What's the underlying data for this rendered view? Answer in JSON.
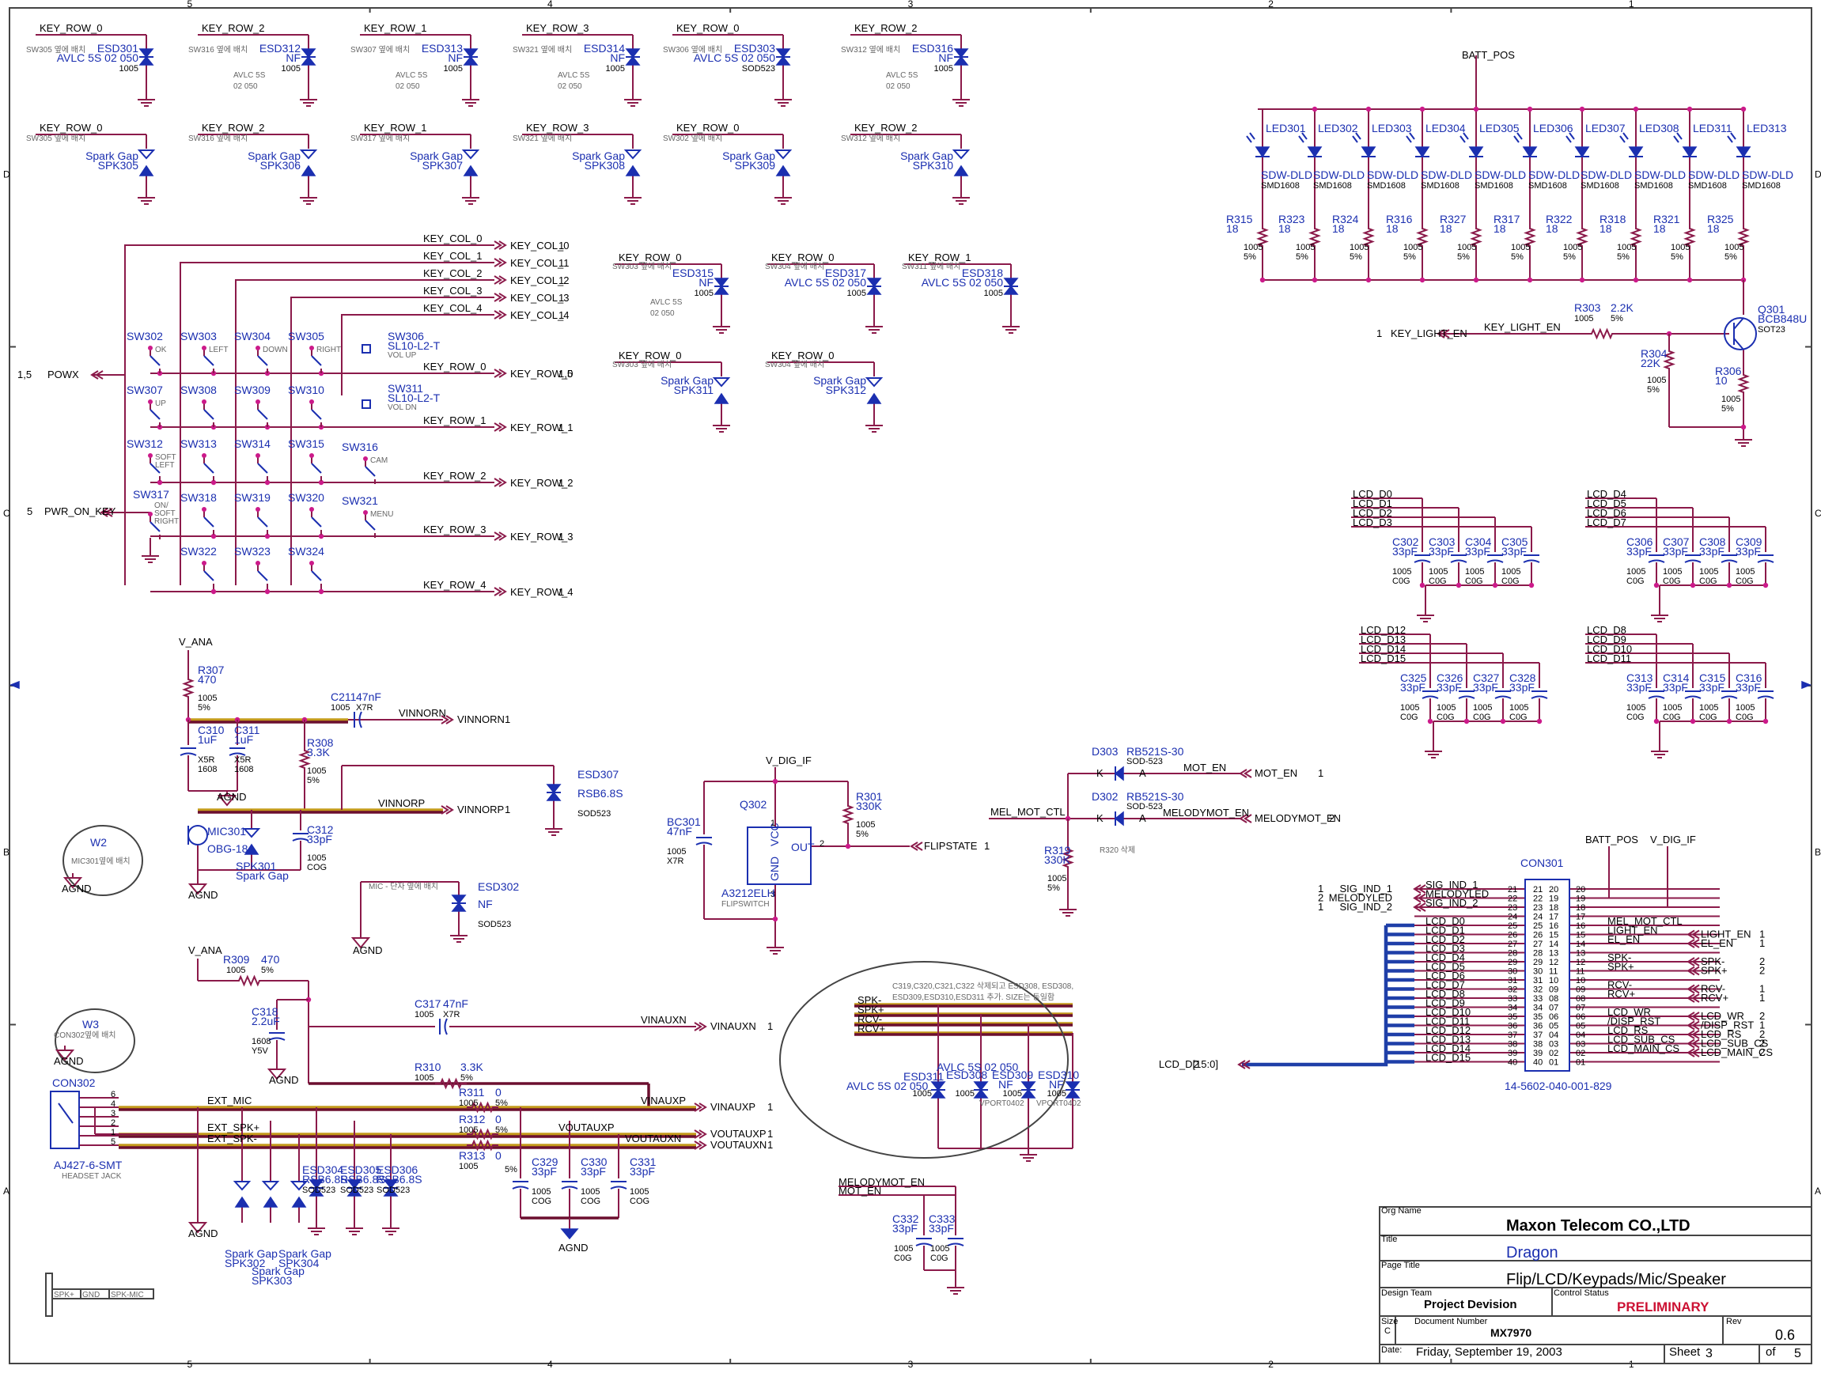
{
  "title_block": {
    "org_name_label": "Org Name",
    "org_name": "Maxon Telecom CO.,LTD",
    "title_label": "Title",
    "title": "Dragon",
    "page_title_label": "Page Title",
    "page_title": "Flip/LCD/Keypads/Mic/Speaker",
    "design_team_label": "Design Team",
    "design_team": "Project Devision",
    "control_status_label": "Control Status",
    "control_status": "PRELIMINARY",
    "size_label": "Size",
    "size": "C",
    "doc_number_label": "Document Number",
    "doc_number": "MX7970",
    "rev_label": "Rev",
    "rev": "0.6",
    "date_label": "Date:",
    "date": "Friday, September 19, 2003",
    "sheet_label": "Sheet",
    "sheet": "3",
    "of_label": "of",
    "sheets_total": "5"
  },
  "border": {
    "col_markers": [
      "5",
      "4",
      "3",
      "2",
      "1"
    ],
    "row_markers": [
      "D",
      "C",
      "B",
      "A"
    ]
  },
  "colors": {
    "wire": "#8b1a4a",
    "symbol": "#1b2fb0",
    "bus": "#1f3fa8",
    "status": "#cc1133"
  },
  "esd_top": [
    {
      "row": "KEY_ROW_0",
      "note": "SW305 옆에 배치",
      "ref": "ESD301",
      "val": "AVLC 5S 02 050",
      "pkg": "1005",
      "extra": ""
    },
    {
      "row": "KEY_ROW_2",
      "note": "SW316 옆에 배치",
      "ref": "ESD312",
      "val": "NF",
      "pkg": "1005",
      "extra": "AVLC 5S|02 050"
    },
    {
      "row": "KEY_ROW_1",
      "note": "SW307 옆에 배치",
      "ref": "ESD313",
      "val": "NF",
      "pkg": "1005",
      "extra": "AVLC 5S|02 050"
    },
    {
      "row": "KEY_ROW_3",
      "note": "SW321 옆에 배치",
      "ref": "ESD314",
      "val": "NF",
      "pkg": "1005",
      "extra": "AVLC 5S|02 050"
    },
    {
      "row": "KEY_ROW_0",
      "note": "SW306 옆에 배치",
      "ref": "ESD303",
      "val": "AVLC 5S 02 050",
      "pkg": "SOD523",
      "extra": ""
    },
    {
      "row": "KEY_ROW_2",
      "note": "SW312 옆에 배치",
      "ref": "ESD316",
      "val": "NF",
      "pkg": "1005",
      "extra": "AVLC 5S|02 050"
    }
  ],
  "spk_top": [
    {
      "row": "KEY_ROW_0",
      "note": "SW305 옆에 배치",
      "lbl": "Spark Gap",
      "ref": "SPK305"
    },
    {
      "row": "KEY_ROW_2",
      "note": "SW316 옆에 배치",
      "lbl": "Spark Gap",
      "ref": "SPK306"
    },
    {
      "row": "KEY_ROW_1",
      "note": "SW317 옆에 배치",
      "lbl": "Spark Gap",
      "ref": "SPK307"
    },
    {
      "row": "KEY_ROW_3",
      "note": "SW321 옆에 배치",
      "lbl": "Spark Gap",
      "ref": "SPK308"
    },
    {
      "row": "KEY_ROW_0",
      "note": "SW302 옆에 배치",
      "lbl": "Spark Gap",
      "ref": "SPK309"
    },
    {
      "row": "KEY_ROW_2",
      "note": "SW312 옆에 배치",
      "lbl": "Spark Gap",
      "ref": "SPK310"
    }
  ],
  "esd_mid": [
    {
      "row": "KEY_ROW_0",
      "note": "SW303 옆에 배치",
      "ref": "ESD315",
      "val": "NF",
      "pkg": "1005",
      "extra": "AVLC 5S|02 050"
    },
    {
      "row": "KEY_ROW_0",
      "note": "SW304 옆에 배치",
      "ref": "ESD317",
      "val": "AVLC 5S 02 050",
      "pkg": "1005",
      "extra": ""
    },
    {
      "row": "KEY_ROW_1",
      "note": "SW311 옆에 배치",
      "ref": "ESD318",
      "val": "AVLC 5S 02 050",
      "pkg": "1005",
      "extra": ""
    }
  ],
  "spk_mid": [
    {
      "row": "KEY_ROW_0",
      "note": "SW303 옆에 배치",
      "lbl": "Spark Gap",
      "ref": "SPK311"
    },
    {
      "row": "KEY_ROW_0",
      "note": "SW304 옆에 배치",
      "lbl": "Spark Gap",
      "ref": "SPK312"
    }
  ],
  "keypad": {
    "cols": [
      "KEY_COL_0",
      "KEY_COL_1",
      "KEY_COL_2",
      "KEY_COL_3",
      "KEY_COL_4"
    ],
    "rows": [
      "KEY_ROW_0",
      "KEY_ROW_1",
      "KEY_ROW_2",
      "KEY_ROW_3",
      "KEY_ROW_4"
    ],
    "col_pages": [
      "1",
      "1",
      "1",
      "1",
      "1"
    ],
    "row_pages": [
      "1,5",
      "1",
      "1",
      "1",
      "1"
    ],
    "powx_page": "1,5",
    "powx": "POWX",
    "pwr_page": "5",
    "pwr": "PWR_ON_KEY",
    "switches": [
      {
        "ref": "SW302",
        "fn": "OK"
      },
      {
        "ref": "SW303",
        "fn": "LEFT"
      },
      {
        "ref": "SW304",
        "fn": "DOWN"
      },
      {
        "ref": "SW305",
        "fn": "RIGHT"
      },
      {
        "ref": "SW307",
        "fn": "UP"
      },
      {
        "ref": "SW308",
        "fn": ""
      },
      {
        "ref": "SW309",
        "fn": ""
      },
      {
        "ref": "SW310",
        "fn": ""
      },
      {
        "ref": "SW312",
        "fn": "SOFT|LEFT"
      },
      {
        "ref": "SW313",
        "fn": ""
      },
      {
        "ref": "SW314",
        "fn": ""
      },
      {
        "ref": "SW315",
        "fn": ""
      },
      {
        "ref": "SW318",
        "fn": ""
      },
      {
        "ref": "SW319",
        "fn": ""
      },
      {
        "ref": "SW320",
        "fn": ""
      },
      {
        "ref": "SW322",
        "fn": ""
      },
      {
        "ref": "SW323",
        "fn": ""
      },
      {
        "ref": "SW324",
        "fn": ""
      }
    ],
    "sw306": {
      "ref": "SW306",
      "val": "SL10-L2-T",
      "fn": "VOL UP"
    },
    "sw311": {
      "ref": "SW311",
      "val": "SL10-L2-T",
      "fn": "VOL DN"
    },
    "sw316": {
      "ref": "SW316",
      "fn": "CAM"
    },
    "sw317": {
      "ref": "SW317",
      "fn": "ON/|SOFT|RIGHT"
    },
    "sw321": {
      "ref": "SW321",
      "fn": "MENU"
    }
  },
  "leds": [
    {
      "led": "LED301",
      "r": "R315",
      "rv": "18"
    },
    {
      "led": "LED302",
      "r": "R323",
      "rv": "18"
    },
    {
      "led": "LED303",
      "r": "R324",
      "rv": "18"
    },
    {
      "led": "LED304",
      "r": "R316",
      "rv": "18"
    },
    {
      "led": "LED305",
      "r": "R327",
      "rv": "18"
    },
    {
      "led": "LED306",
      "r": "R317",
      "rv": "18"
    },
    {
      "led": "LED307",
      "r": "R322",
      "rv": "18"
    },
    {
      "led": "LED308",
      "r": "R318",
      "rv": "18"
    },
    {
      "led": "LED311",
      "r": "R321",
      "rv": "18"
    },
    {
      "led": "LED313",
      "r": "R325",
      "rv": "18"
    }
  ],
  "led_common": {
    "val": "SDW-DLD",
    "pkg": "SMD1608",
    "rpkg": "1005",
    "rtol": "5%",
    "net": "BATT_POS"
  },
  "keylight": {
    "net": "KEY_LIGHT_EN",
    "page": "1",
    "r303": "R303",
    "r303v": "2.2K",
    "r303p": "1005",
    "r303t": "5%",
    "r304": "R304",
    "r304v": "22K",
    "r304p": "1005",
    "r304t": "5%",
    "r306": "R306",
    "r306v": "10",
    "r306p": "1005",
    "r306t": "5%",
    "q": "Q301",
    "qv": "BCB848U",
    "qp": "SOT23"
  },
  "lcd_groups": [
    {
      "nets": [
        "LCD_D0",
        "LCD_D1",
        "LCD_D2",
        "LCD_D3"
      ],
      "caps": [
        "C302",
        "C303",
        "C304",
        "C305"
      ]
    },
    {
      "nets": [
        "LCD_D4",
        "LCD_D5",
        "LCD_D6",
        "LCD_D7"
      ],
      "caps": [
        "C306",
        "C307",
        "C308",
        "C309"
      ]
    },
    {
      "nets": [
        "LCD_D12",
        "LCD_D13",
        "LCD_D14",
        "LCD_D15"
      ],
      "caps": [
        "C325",
        "C326",
        "C327",
        "C328"
      ]
    },
    {
      "nets": [
        "LCD_D8",
        "LCD_D9",
        "LCD_D10",
        "LCD_D11"
      ],
      "caps": [
        "C313",
        "C314",
        "C315",
        "C316"
      ]
    }
  ],
  "lcd_cap_common": {
    "val": "33pF",
    "pkg": "1005",
    "diel": "C0G"
  },
  "motor": {
    "d303": "D303",
    "d302": "D302",
    "dv": "RB521S-30",
    "dp": "SOD-523",
    "k": "K",
    "a": "A",
    "mot_en": "MOT_EN",
    "mot_page": "1",
    "mel_en": "MELODYMOT_EN",
    "mel_page": "2",
    "mel_ctl": "MEL_MOT_CTL",
    "r319": "R319",
    "r319v": "330K",
    "r319p": "1005",
    "r319t": "5%",
    "note": "R320 삭제"
  },
  "flip": {
    "net": "V_DIG_IF",
    "q": "Q302",
    "part": "A3212ELH",
    "tag": "FLIPSWITCH",
    "vcc": "VCC",
    "gnd": "GND",
    "out": "OUT",
    "pin1": "1",
    "pin2": "2",
    "pin3": "3",
    "bc": "BC301",
    "bcv": "47nF",
    "bcp": "1005",
    "bcd": "X7R",
    "r": "R301",
    "rv": "330K",
    "rp": "1005",
    "rt": "5%",
    "flipstate": "FLIPSTATE",
    "flipstate_page": "1"
  },
  "mic": {
    "v_ana": "V_ANA",
    "r307": "R307",
    "r307v": "470",
    "r307p": "1005",
    "r307t": "5%",
    "c211": "C211",
    "c211p": "1005",
    "c211v": "47nF",
    "c211d": "X7R",
    "vinnorn": "VINNORN",
    "vinnorn_page": "1",
    "vinnorp": "VINNORP",
    "vinnorp_page": "1",
    "c310": "C310",
    "c310v": "1uF",
    "c310d": "X5R",
    "c310p": "1608",
    "c311": "C311",
    "c311v": "1uF",
    "c311d": "X5R",
    "c311p": "1608",
    "r308": "R308",
    "r308v": "3.3K",
    "r308p": "1005",
    "r308t": "5%",
    "esd307": "ESD307",
    "esd307v": "RSB6.8S",
    "esd307p": "SOD523",
    "mic301": "MIC301",
    "mic301v": "OBG-18",
    "spk301": "SPK301",
    "spk301v": "Spark Gap",
    "c312": "C312",
    "c312v": "33pF",
    "c312p": "1005",
    "c312d": "COG",
    "agnd": "AGND",
    "w2": "W2",
    "w2note": "MIC301옆에 배치",
    "mic_note": "MIC - 단자 옆에 배치",
    "esd302": "ESD302",
    "esd302v": "NF",
    "esd302p": "SOD523"
  },
  "headset": {
    "v_ana": "V_ANA",
    "r309": "R309",
    "r309v": "470",
    "r309p": "1005",
    "r309t": "5%",
    "c318": "C318",
    "c318v": "2.2uF",
    "c318p": "1608",
    "c318d": "Y5V",
    "c317": "C317",
    "c317p": "1005",
    "c317v": "47nF",
    "c317d": "X7R",
    "vinauxn": "VINAUXN",
    "vinauxn_page": "1",
    "vinauxp": "VINAUXP",
    "vinauxp_page": "1",
    "voutauxp": "VOUTAUXP",
    "voutauxp_page": "1",
    "voutauxn": "VOUTAUXN",
    "voutauxn_page": "1",
    "r310": "R310",
    "r310p": "1005",
    "r310v": "3.3K",
    "r310t": "5%",
    "r311": "R311",
    "r311p": "1005",
    "r311v": "0",
    "r311t": "5%",
    "r312": "R312",
    "r312p": "1005",
    "r312v": "0",
    "r312t": "5%",
    "r313": "R313",
    "r313p": "1005",
    "r313v": "0",
    "r313t": "5%",
    "ext_mic": "EXT_MIC",
    "ext_spkp": "EXT_SPK+",
    "ext_spkn": "EXT_SPK-",
    "con": "CON302",
    "conv": "AJ427-6-SMT",
    "contag": "HEADSET JACK",
    "pins": [
      "6",
      "4",
      "3",
      "2",
      "1",
      "5"
    ],
    "w3": "W3",
    "w3note": "CON302옆에 배치",
    "esd304": "ESD304",
    "esd305": "ESD305",
    "esd306": "ESD306",
    "esdv": "RSB6.8S",
    "esdp": "SOD523",
    "c329": "C329",
    "c330": "C330",
    "c331": "C331",
    "cv": "33pF",
    "cp": "1005",
    "cd": "COG",
    "spk302": "SPK302",
    "spk303": "SPK303",
    "spk304": "SPK304",
    "spkv": "Spark Gap",
    "agnd": "AGND"
  },
  "ellipse_note": {
    "text": "C319,C320,C321,C322 삭제되고 ESD308, ESD308,|ESD309,ESD310,ESD311 추가. SIZE는 동일함",
    "nets": [
      "SPK-",
      "SPK+",
      "RCV-",
      "RCV+"
    ],
    "esd311": "ESD311",
    "esd308": "ESD308",
    "esd309": "ESD309",
    "esd310": "ESD310",
    "avlc": "AVLC 5S 02 050",
    "nf": "NF",
    "pkg": "1005",
    "vport": "VPORT0402"
  },
  "con301": {
    "ref": "CON301",
    "part": "14-5602-040-001-829",
    "batt": "BATT_POS",
    "vdig": "V_DIG_IF",
    "left_pins": [
      "21",
      "22",
      "23",
      "24",
      "25",
      "26",
      "27",
      "28",
      "29",
      "30",
      "31",
      "32",
      "33",
      "34",
      "35",
      "36",
      "37",
      "38",
      "39",
      "40"
    ],
    "inner_left": [
      "21",
      "22",
      "23",
      "24",
      "25",
      "26",
      "27",
      "28",
      "29",
      "30",
      "31",
      "32",
      "33",
      "34",
      "35",
      "36",
      "37",
      "38",
      "39",
      "40"
    ],
    "inner_right": [
      "20",
      "19",
      "18",
      "17",
      "16",
      "15",
      "14",
      "13",
      "12",
      "11",
      "10",
      "09",
      "08",
      "07",
      "06",
      "05",
      "04",
      "03",
      "02",
      "01"
    ],
    "right_pins": [
      "20",
      "19",
      "18",
      "17",
      "16",
      "15",
      "14",
      "13",
      "12",
      "11",
      "10",
      "09",
      "08",
      "07",
      "06",
      "05",
      "04",
      "03",
      "02",
      "01"
    ],
    "left_nets": [
      "SIG_IND_1",
      "MELODYLED",
      "SIG_IND_2",
      "",
      "LCD_D0",
      "LCD_D1",
      "LCD_D2",
      "LCD_D3",
      "LCD_D4",
      "LCD_D5",
      "LCD_D6",
      "LCD_D7",
      "LCD_D8",
      "LCD_D9",
      "LCD_D10",
      "LCD_D11",
      "LCD_D12",
      "LCD_D13",
      "LCD_D14",
      "LCD_D15"
    ],
    "sig_ports": [
      {
        "p": "1",
        "n": "SIG_IND_1"
      },
      {
        "p": "2",
        "n": "MELODYLED"
      },
      {
        "p": "1",
        "n": "SIG_IND_2"
      }
    ],
    "right_nets": [
      "",
      "",
      "",
      "",
      "MEL_MOT_CTL",
      "LIGHT_EN",
      "EL_EN",
      "",
      "SPK-",
      "SPK+",
      "",
      "RCV-",
      "RCV+",
      "",
      "LCD_WR",
      "/DISP_RST",
      "LCD_RS",
      "LCD_SUB_CS",
      "LCD_MAIN_CS",
      ""
    ],
    "out_ports": [
      {
        "n": "LIGHT_EN",
        "p": "1"
      },
      {
        "n": "EL_EN",
        "p": "1"
      },
      {
        "n": "SPK-",
        "p": "2"
      },
      {
        "n": "SPK+",
        "p": "2"
      },
      {
        "n": "RCV-",
        "p": "1"
      },
      {
        "n": "RCV+",
        "p": "1"
      },
      {
        "n": "LCD_WR",
        "p": "2"
      },
      {
        "n": "/DISP_RST",
        "p": "1"
      },
      {
        "n": "LCD_RS",
        "p": "2"
      },
      {
        "n": "LCD_SUB_CS",
        "p": "2"
      },
      {
        "n": "LCD_MAIN_CS",
        "p": "2"
      }
    ],
    "bus": "LCD_D[15:0]",
    "bus_page": "2"
  },
  "melody_caps": {
    "nets": [
      "MELODYMOT_EN",
      "MOT_EN"
    ],
    "c332": "C332",
    "c333": "C333",
    "v": "33pF",
    "p": "1005",
    "d": "C0G"
  },
  "bottom_box": [
    "SPK+",
    "GND",
    "SPK-MIC"
  ]
}
